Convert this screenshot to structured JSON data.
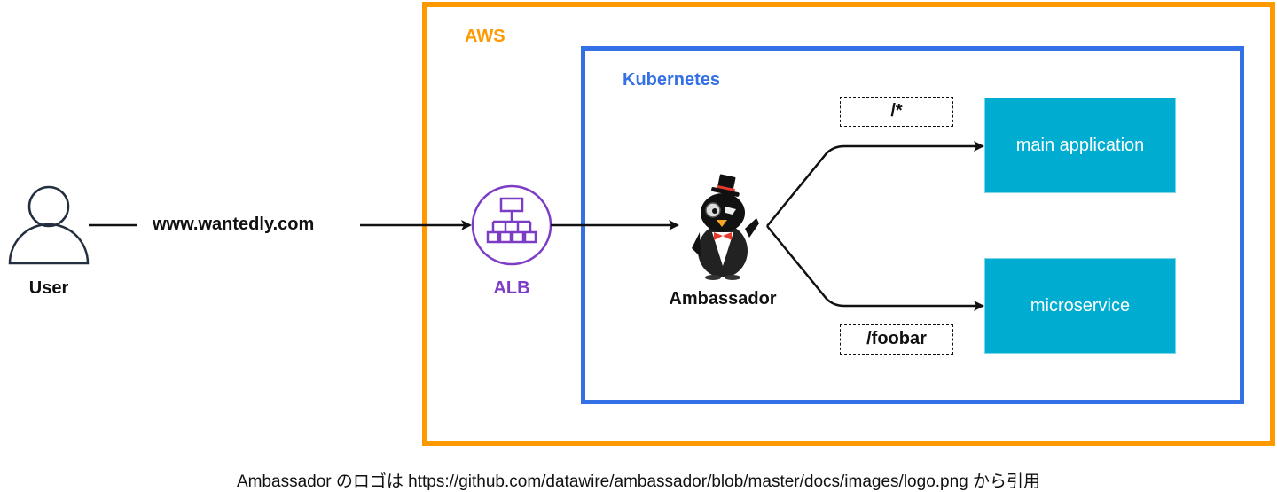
{
  "groups": {
    "aws": {
      "label": "AWS",
      "color": "#ff9900"
    },
    "kubernetes": {
      "label": "Kubernetes",
      "color": "#3370e6"
    }
  },
  "nodes": {
    "user": {
      "label": "User",
      "icon": "user-icon"
    },
    "alb": {
      "label": "ALB",
      "icon": "load-balancer-icon",
      "color": "#7d3cc6"
    },
    "ambassador": {
      "label": "Ambassador",
      "icon": "ambassador-penguin-logo"
    },
    "main_application": {
      "label": "main application",
      "color": "#00acd0"
    },
    "microservice": {
      "label": "microservice",
      "color": "#00acd0"
    }
  },
  "edges": {
    "user_to_alb": {
      "label": "www.wantedly.com"
    },
    "alb_to_ambassador": {
      "label": ""
    },
    "ambassador_to_main": {
      "label": "/*"
    },
    "ambassador_to_micro": {
      "label": "/foobar"
    }
  },
  "caption": "Ambassador のロゴは https://github.com/datawire/ambassador/blob/master/docs/images/logo.png から引用"
}
